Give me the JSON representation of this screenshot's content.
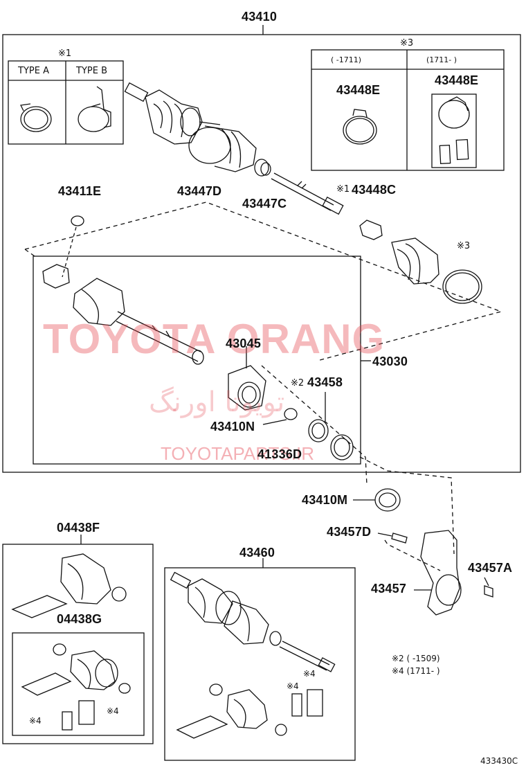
{
  "labels": {
    "p43410": "43410",
    "p43411E": "43411E",
    "p43447D": "43447D",
    "p43447C": "43447C",
    "p43448C": "43448C",
    "p43448E_a": "43448E",
    "p43448E_b": "43448E",
    "p43045": "43045",
    "p43030": "43030",
    "p43458": "43458",
    "p43410N": "43410N",
    "p41336D": "41336D",
    "p43410M": "43410M",
    "p43457D": "43457D",
    "p43457A": "43457A",
    "p43457": "43457",
    "p04438F": "04438F",
    "p04438G": "04438G",
    "p43460": "43460"
  },
  "type_table": {
    "note": "※1",
    "type_a": "TYPE A",
    "type_b": "TYPE B"
  },
  "date_table": {
    "note": "※3",
    "col1": "(   -1711)",
    "col2": "(1711-   )"
  },
  "marks": {
    "m1": "※1",
    "m3": "※3",
    "m2": "※2",
    "m4a": "※4",
    "m4b": "※4",
    "m4c": "※4",
    "m4d": "※4"
  },
  "footnotes": {
    "f2": "※2 (      -1509)",
    "f4": "※4 (1711-      )"
  },
  "watermark": {
    "line1": "TOYOTA ORANG",
    "line2": "تویوتا اورنگ",
    "line3": "TOYOTAPARTS.IR"
  },
  "diagram_code": "433430C"
}
